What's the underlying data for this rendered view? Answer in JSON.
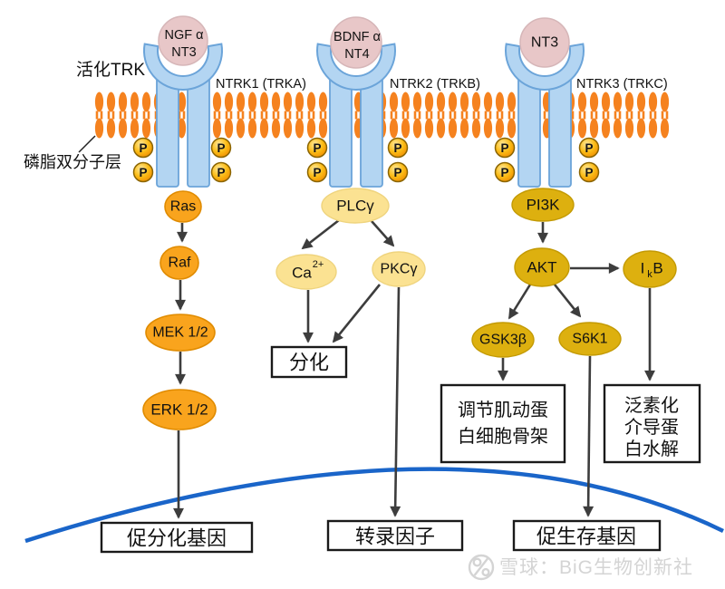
{
  "labels": {
    "activated_trk": "活化TRK",
    "phospholipid_bilayer": "磷脂双分子层",
    "phospho": "P"
  },
  "receptors": [
    {
      "name": "NTRK1 (TRKA)",
      "ligand_line1": "NGF α",
      "ligand_line2": "NT3"
    },
    {
      "name": "NTRK2 (TRKB)",
      "ligand_line1": "BDNF α",
      "ligand_line2": "NT4"
    },
    {
      "name": "NTRK3 (TRKC)",
      "ligand_line1": "NT3",
      "ligand_line2": ""
    }
  ],
  "nodes": {
    "ras": "Ras",
    "raf": "Raf",
    "mek": "MEK 1/2",
    "erk": "ERK 1/2",
    "plcg": "PLCγ",
    "ca_base": "Ca",
    "ca_sup": "2+",
    "pkcg": "PKCγ",
    "pi3k": "PI3K",
    "akt": "AKT",
    "ikb_i": "I",
    "ikb_k": "k",
    "ikb_b": "B",
    "gsk3b": "GSK3β",
    "s6k1": "S6K1"
  },
  "boxes": {
    "differentiation": "分化",
    "actin_line1": "调节肌动蛋",
    "actin_line2": "白细胞骨架",
    "ubiquitin_line1": "泛素化",
    "ubiquitin_line2": "介导蛋",
    "ubiquitin_line3": "白水解",
    "pro_differentiation": "促分化基因",
    "transcription_factor": "转录因子",
    "pro_survival": "促生存基因"
  },
  "watermark": {
    "text": "雪球：BiG生物创新社"
  },
  "colors": {
    "membrane_orange": "#F5821F",
    "receptor_blue": "#B3D5F2",
    "receptor_blue_border": "#6BA4D9",
    "ligand_pink": "#E8C7C8",
    "node_orange": "#F9A41D",
    "node_cream": "#FBE292",
    "node_gold": "#DDB00F",
    "phospho_gold": "#FBBC16",
    "arrow_gray": "#3D3D3D",
    "nucleus_arc_blue": "#1A65C9",
    "watermark_gray": "#D4D4D4"
  }
}
